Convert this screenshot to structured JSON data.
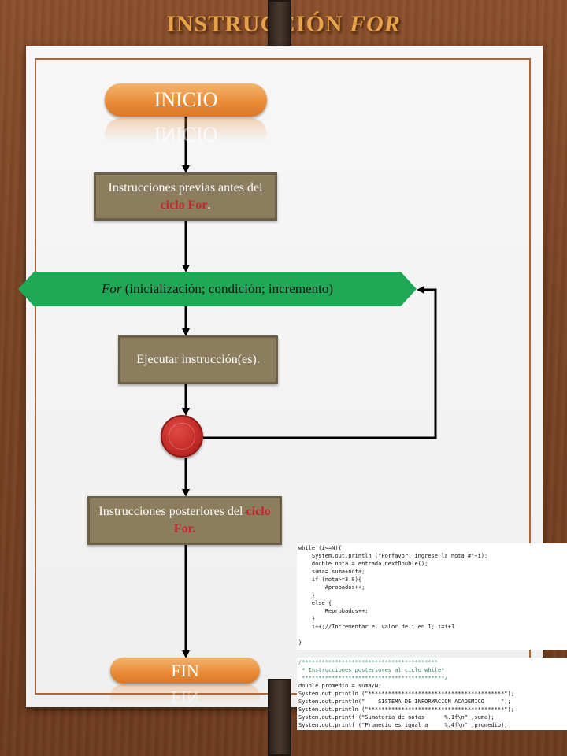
{
  "title": {
    "main": "INSTRUCCIÓN ",
    "italic": "FOR"
  },
  "nodes": {
    "inicio": "INICIO",
    "prev": {
      "text": "Instrucciones previas antes del ",
      "highlight": "ciclo For",
      "suffix": "."
    },
    "for": {
      "keyword": "For",
      "rest": " (inicialización; condición; incremento)"
    },
    "exec": "Ejecutar instrucción(es).",
    "post": {
      "text": "Instrucciones posteriores del ",
      "highlight": "ciclo For."
    },
    "fin": "FIN"
  },
  "code_top": [
    "while (i<=N){",
    "    System.out.println (\"Porfavor, ingrese la nota #\"+i);",
    "    double nota = entrada.nextDouble();",
    "    suma= suma+nota;",
    "    if (nota>=3.0){",
    "        Aprobados++;",
    "    }",
    "    else {",
    "        Reprobados++;",
    "    }",
    "    i++;//Incrementar el valor de i en 1; i=i+1",
    "",
    "}"
  ],
  "code_bottom": [
    "/*****************************************",
    " * Instrucciones posteriores al ciclo while*",
    " *******************************************/",
    "double promedio = suma/N;",
    "System.out.println (\"*****************************************\");",
    "System.out.println(\"    SISTEMA DE INFORMACION ACADEMICO     \");",
    "System.out.println (\"*****************************************\");",
    "System.out.printf (\"Sumatoria de notas      %.1f\\n\" ,suma);",
    "System.out.printf (\"Promedio es igual a     %.4f\\n\" ,promedio);"
  ]
}
